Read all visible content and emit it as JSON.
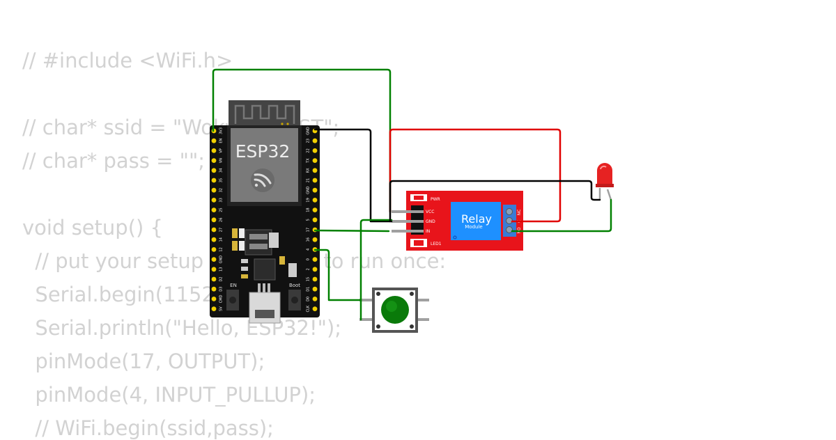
{
  "code_lines": [
    "// #include <WiFi.h>",
    "",
    "// char* ssid = \"Wokwi-GUEST\";",
    "// char* pass = \"\";",
    "",
    "void setup() {",
    "  // put your setup code here, to run once:",
    "  Serial.begin(115200);",
    "  Serial.println(\"Hello, ESP32!\");",
    "  pinMode(17, OUTPUT);",
    "  pinMode(4, INPUT_PULLUP);",
    "  // WiFi.begin(ssid,pass);"
  ],
  "esp32": {
    "label": "ESP32",
    "en_label": "EN",
    "boot_label": "Boot",
    "left_pins": [
      "3V3",
      "EN",
      "VP",
      "VN",
      "34",
      "35",
      "32",
      "33",
      "25",
      "26",
      "27",
      "14",
      "12",
      "GND",
      "13",
      "D2",
      "D3",
      "CMD",
      "5V"
    ],
    "right_pins": [
      "GND",
      "23",
      "22",
      "TX",
      "RX",
      "21",
      "GND",
      "19",
      "18",
      "5",
      "17",
      "16",
      "4",
      "0",
      "2",
      "15",
      "D1",
      "D0",
      "CLK"
    ]
  },
  "relay": {
    "title": "Relay",
    "subtitle": "Module",
    "pwr_label": "PWR",
    "led_label": "LED1",
    "pins": [
      "VCC",
      "GND",
      "IN"
    ],
    "terminals": [
      "NO",
      "C",
      "NC"
    ]
  },
  "colors": {
    "wire_green": "#008000",
    "wire_red": "#e00000",
    "wire_black": "#000000",
    "board": "#111111",
    "relay_board": "#e8141b",
    "relay_block": "#1e90ff",
    "button": "#0a7a0a",
    "led": "#e62222"
  }
}
